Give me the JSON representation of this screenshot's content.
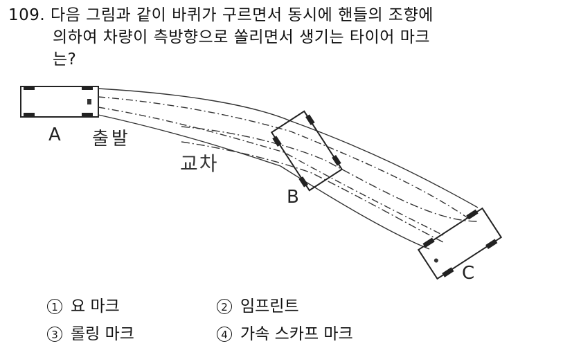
{
  "question": {
    "number": "109.",
    "lines": [
      "다음 그림과 같이 바퀴가 구르면서 동시에 핸들의 조향에",
      "의하여 차량이 측방향으로 쏠리면서 생기는 타이어 마크",
      "는?"
    ]
  },
  "figure": {
    "label_a": "A",
    "label_start": "출발",
    "label_cross": "교차",
    "label_b": "B",
    "label_c": "C"
  },
  "options": [
    {
      "num": "1",
      "text": "요 마크"
    },
    {
      "num": "2",
      "text": "임프린트"
    },
    {
      "num": "3",
      "text": "롤링 마크"
    },
    {
      "num": "4",
      "text": "가속 스카프 마크"
    }
  ]
}
